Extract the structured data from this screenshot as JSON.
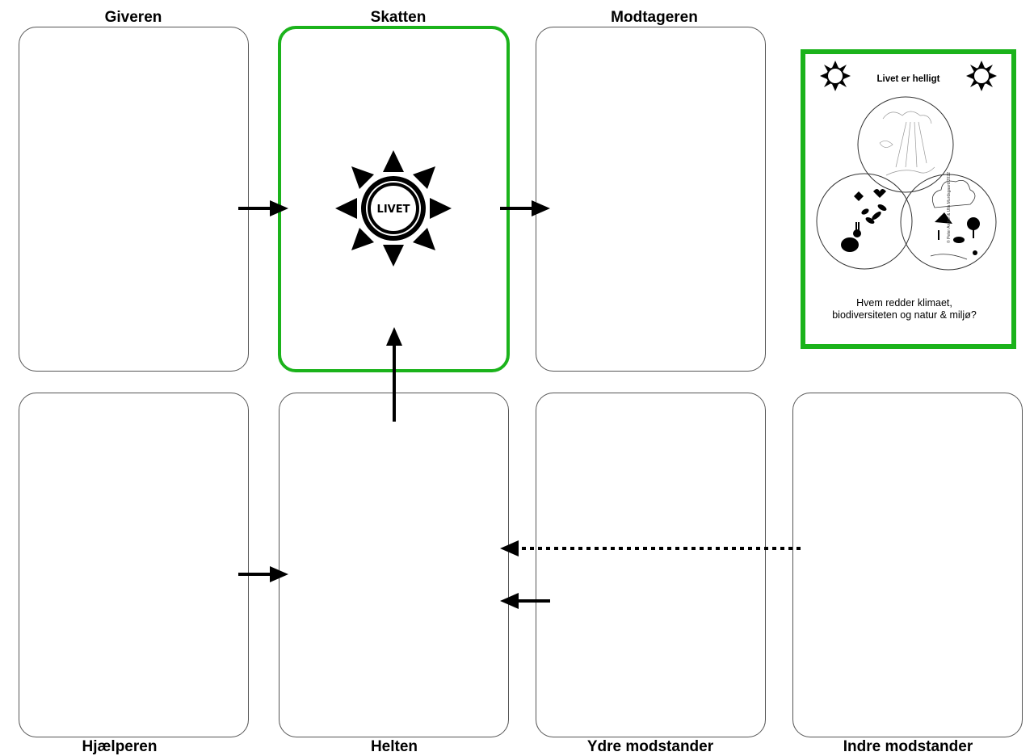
{
  "labels": {
    "giveren": "Giveren",
    "skatten": "Skatten",
    "modtageren": "Modtageren",
    "hjaelperen": "Hjælperen",
    "helten": "Helten",
    "ydre": "Ydre modstander",
    "indre": "Indre modstander"
  },
  "treasure": {
    "symbol_text": "LIVET"
  },
  "mini_card": {
    "title": "Livet er helligt",
    "question_line1": "Hvem redder klimaet,",
    "question_line2": "biodiversiteten og natur & miljø?",
    "copyright": "© Peter Andrei & Ulla Murdsgaard 2022"
  },
  "colors": {
    "highlight": "#1bb31b",
    "arrow": "#000000",
    "card_border": "#555555"
  },
  "icons": [
    "sun-icon",
    "arrow-right-icon",
    "arrow-up-icon",
    "arrow-left-icon",
    "dotted-arrow-left-icon"
  ]
}
